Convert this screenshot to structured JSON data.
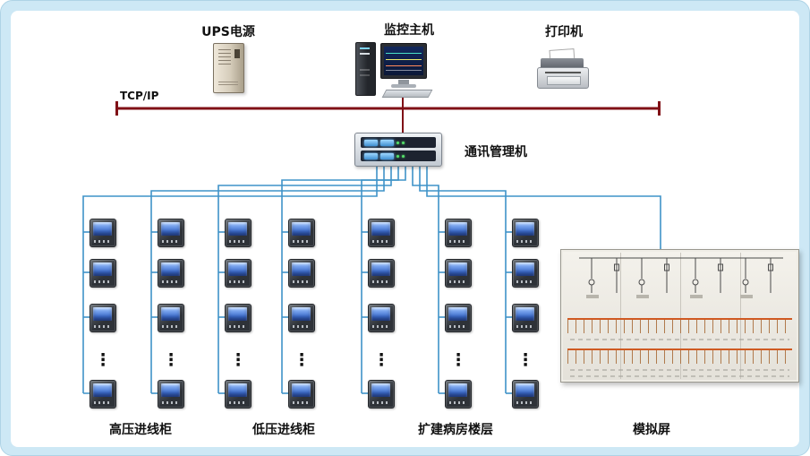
{
  "labels": {
    "ups": "UPS电源",
    "host": "监控主机",
    "printer": "打印机",
    "tcpip": "TCP/IP",
    "comm_manager": "通讯管理机",
    "group_hv": "高压进线柜",
    "group_lv": "低压进线柜",
    "group_ward": "扩建病房楼层",
    "group_mimic": "模拟屏",
    "ellipsis": "⋮"
  },
  "colors": {
    "tcpip_bus": "#801016",
    "device_link": "#3f93c8",
    "frame_background": "#cde8f5"
  },
  "meters": {
    "columns": 7,
    "visible_rows_per_column": 4
  }
}
